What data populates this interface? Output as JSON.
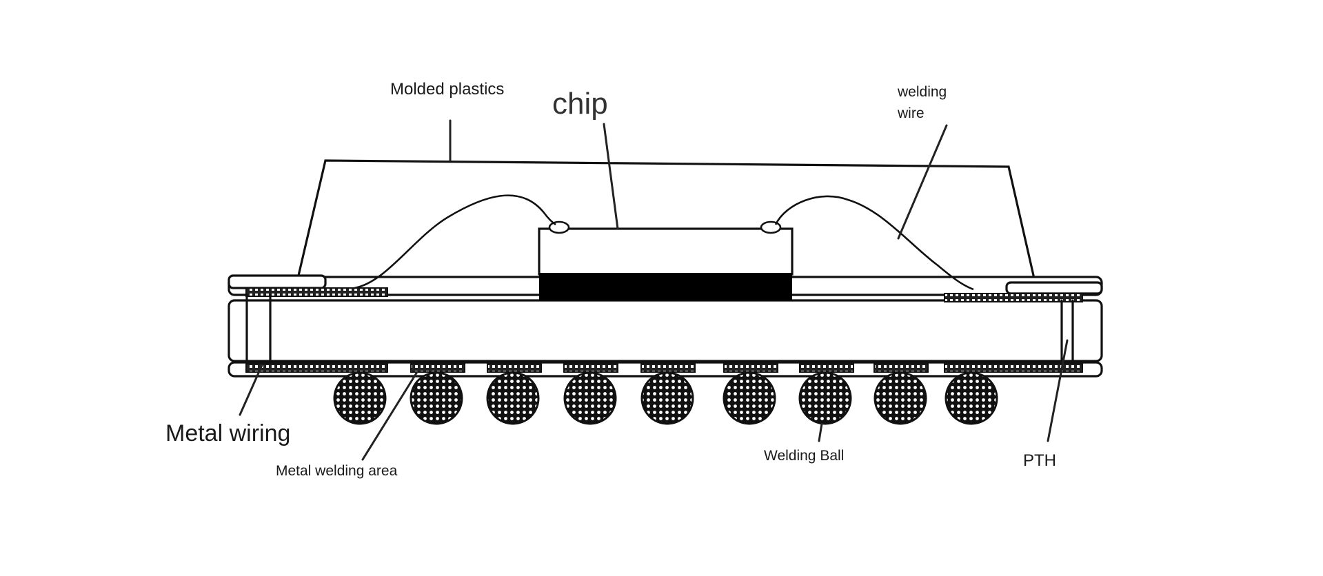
{
  "labels": {
    "molded_plastics": "Molded plastics",
    "chip": "chip",
    "welding_wire_line1": "welding",
    "welding_wire_line2": "wire",
    "metal_wiring": "Metal wiring",
    "metal_welding_area": "Metal welding area",
    "welding_ball": "Welding Ball",
    "pth": "PTH"
  },
  "colors": {
    "line": "#111111",
    "background": "#ffffff",
    "die_attach": "#000000"
  },
  "solder_ball_count": 9
}
